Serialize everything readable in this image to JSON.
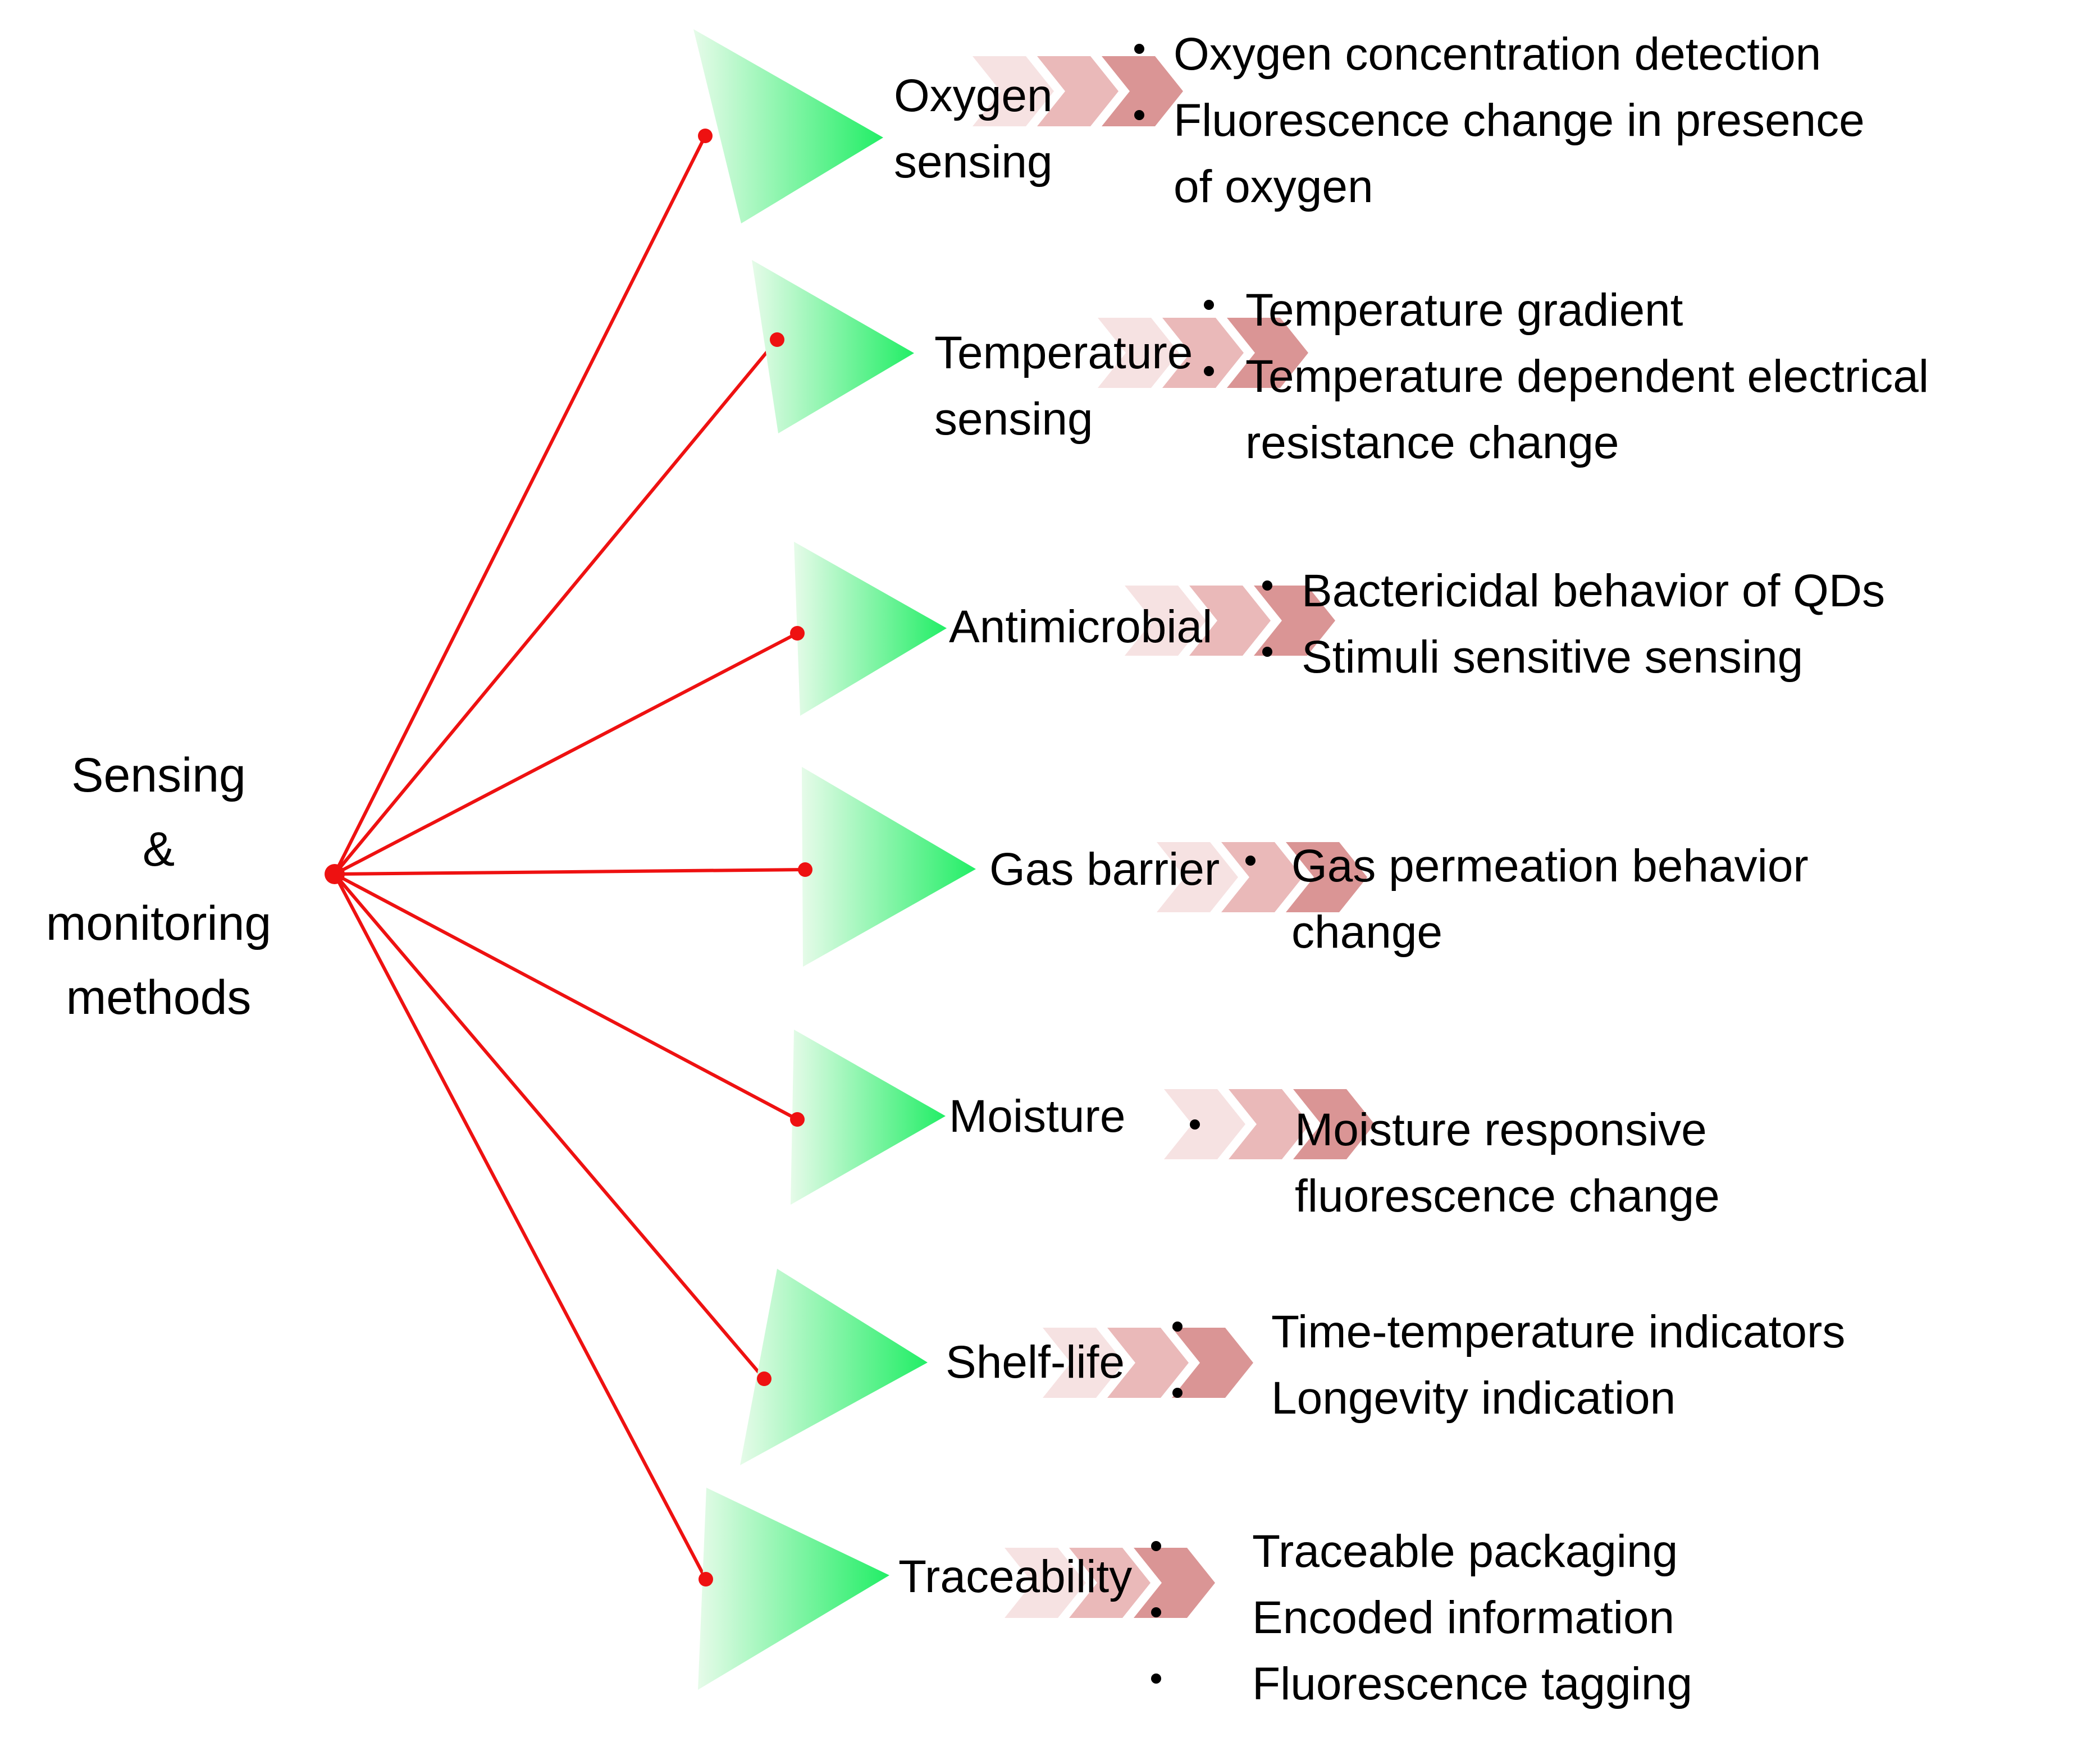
{
  "root": {
    "lines": [
      "Sensing",
      "&",
      "monitoring",
      "methods"
    ]
  },
  "branches": [
    {
      "lines": [
        "Oxygen",
        "sensing"
      ],
      "items": [
        [
          "Oxygen concentration detection"
        ],
        [
          "Fluorescence change in presence",
          "of oxygen"
        ]
      ]
    },
    {
      "lines": [
        "Temperature",
        "sensing"
      ],
      "items": [
        [
          "Temperature gradient"
        ],
        [
          "Temperature dependent electrical",
          "resistance change"
        ]
      ]
    },
    {
      "lines": [
        "Antimicrobial"
      ],
      "items": [
        [
          "Bactericidal behavior of QDs"
        ],
        [
          "Stimuli sensitive sensing"
        ]
      ]
    },
    {
      "lines": [
        "Gas barrier"
      ],
      "items": [
        [
          "Gas permeation behavior",
          "change"
        ]
      ]
    },
    {
      "lines": [
        "Moisture"
      ],
      "items": [
        [
          "Moisture responsive",
          "fluorescence change"
        ]
      ]
    },
    {
      "lines": [
        "Shelf-life"
      ],
      "items": [
        [
          "Time-temperature indicators"
        ],
        [
          "Longevity indication"
        ]
      ]
    },
    {
      "lines": [
        "Traceability"
      ],
      "items": [
        [
          "Traceable packaging"
        ],
        [
          "Encoded information"
        ],
        [
          "Fluorescence tagging"
        ]
      ]
    }
  ],
  "colors": {
    "connector": "#ee1111",
    "node_dot": "#ee1111",
    "triangle_tip": "#22ee66",
    "triangle_base": "#e6fbe9",
    "chevron_light": "#f6e0e0",
    "chevron_mid": "#e9b5b5",
    "chevron_dark": "#d88f8f"
  },
  "icons": {
    "branch_marker": "gradient-triangle-icon",
    "arrow": "chevron-arrows-icon"
  }
}
